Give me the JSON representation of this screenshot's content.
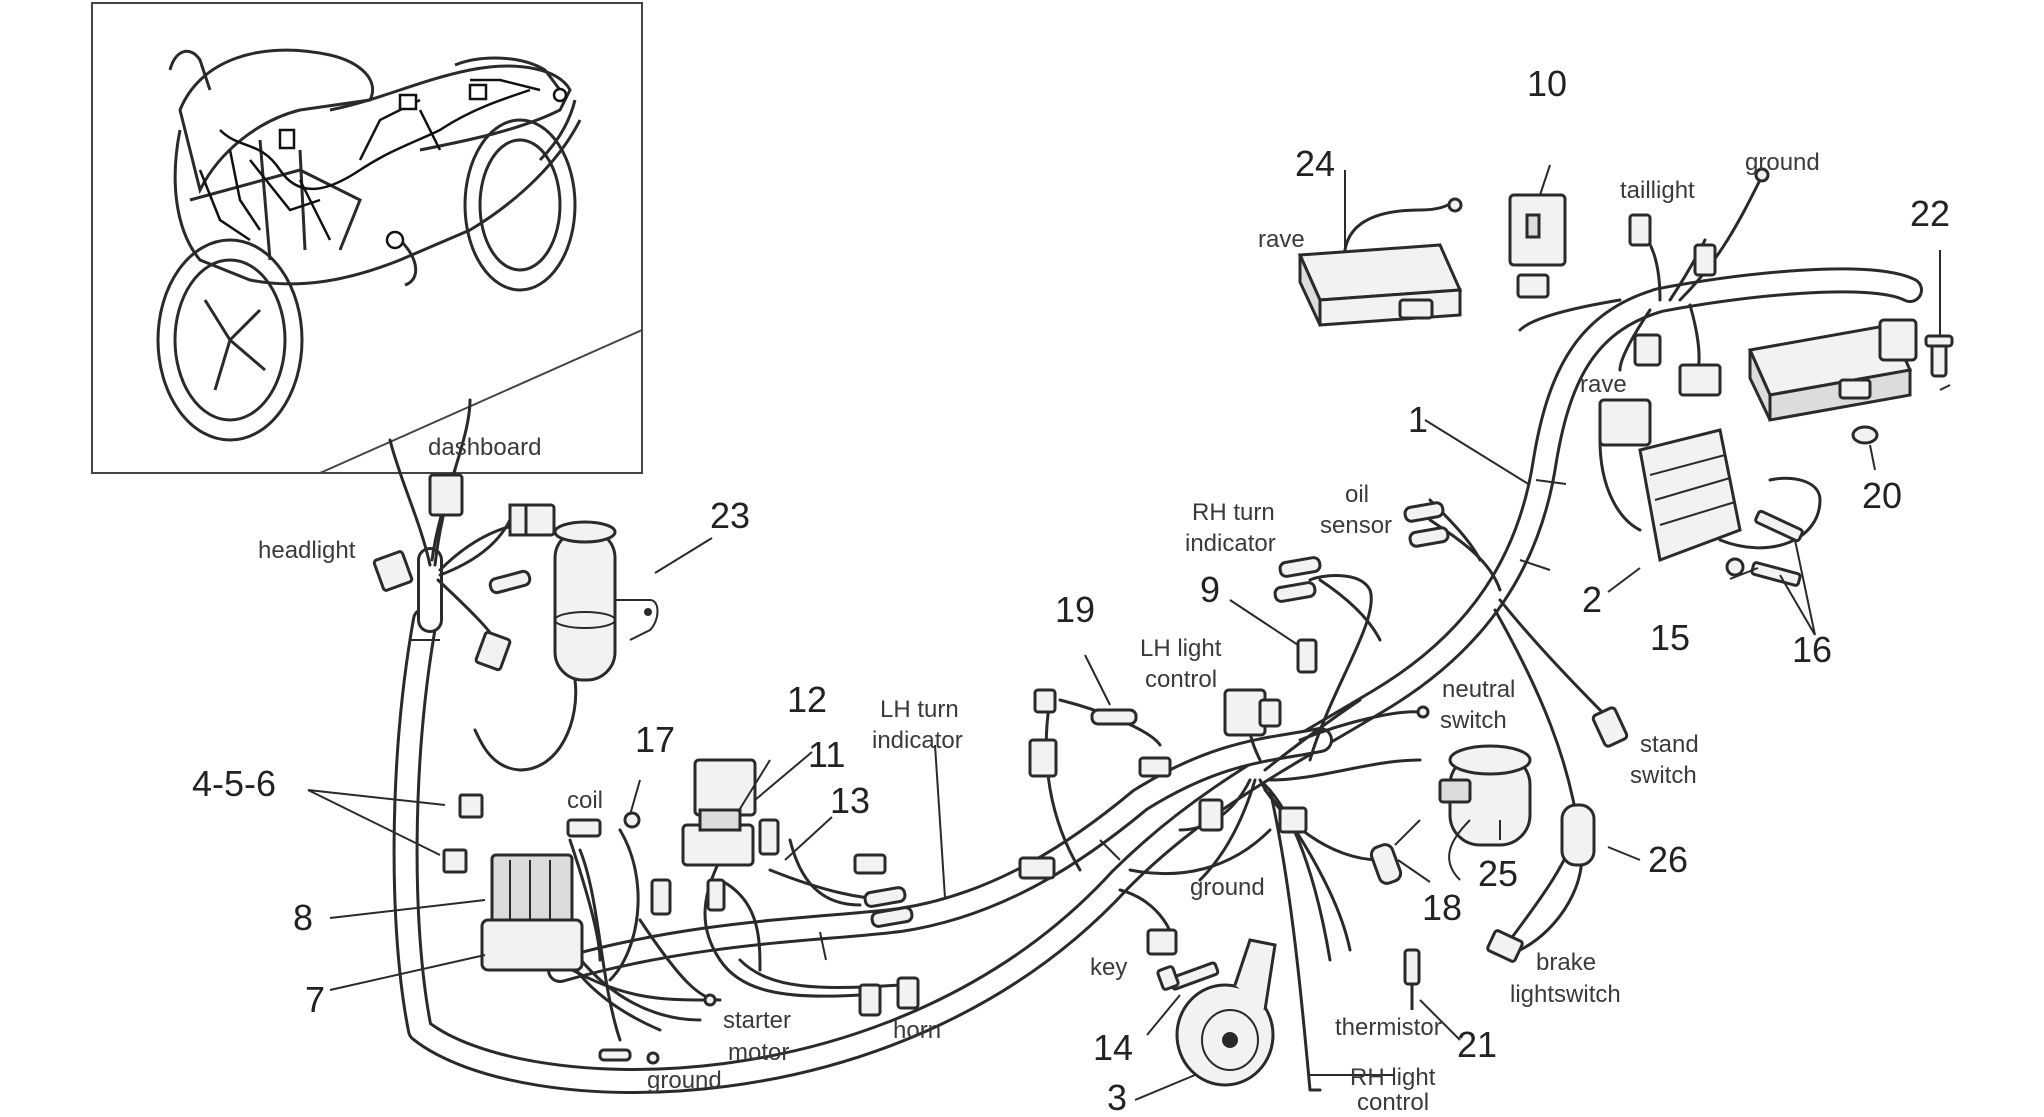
{
  "callouts": {
    "n1": "1",
    "n2": "2",
    "n3": "3",
    "n456": "4-5-6",
    "n7": "7",
    "n8": "8",
    "n9": "9",
    "n10": "10",
    "n11": "11",
    "n12": "12",
    "n13": "13",
    "n14": "14",
    "n15": "15",
    "n16": "16",
    "n17": "17",
    "n18": "18",
    "n19": "19",
    "n20": "20",
    "n21": "21",
    "n22": "22",
    "n23": "23",
    "n24": "24",
    "n25": "25",
    "n26": "26"
  },
  "labels": {
    "dashboard": "dashboard",
    "headlight": "headlight",
    "coil": "coil",
    "lh_turn_1": "LH turn",
    "lh_turn_2": "indicator",
    "rh_turn_1": "RH turn",
    "rh_turn_2": "indicator",
    "oil_1": "oil",
    "oil_2": "sensor",
    "lh_light_1": "LH light",
    "lh_light_2": "control",
    "neutral_1": "neutral",
    "neutral_2": "switch",
    "stand_1": "stand",
    "stand_2": "switch",
    "ground_top": "ground",
    "ground_mid": "ground",
    "ground_bottom": "ground",
    "taillight": "taillight",
    "rave_top": "rave",
    "rave_right": "rave",
    "key": "key",
    "starter_1": "starter",
    "starter_2": "motor",
    "horn": "horn",
    "thermistor": "thermistor",
    "rh_light_1": "RH light",
    "rh_light_2": "control",
    "brake_1": "brake",
    "brake_2": "lightswitch"
  }
}
